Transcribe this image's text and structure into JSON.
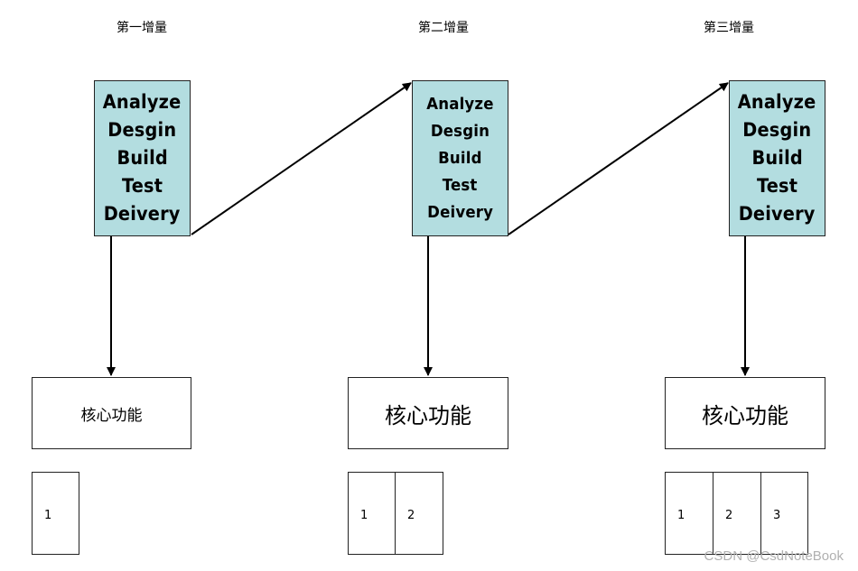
{
  "increments": [
    {
      "title": "第一增量",
      "phases": [
        "Analyze",
        "Desgin",
        "Build",
        "Test",
        "Deivery"
      ],
      "feature": "核心功能",
      "cells": [
        "1"
      ]
    },
    {
      "title": "第二增量",
      "phases": [
        "Analyze",
        "Desgin",
        "Build",
        "Test",
        "Deivery"
      ],
      "feature": "核心功能",
      "cells": [
        "1",
        "2"
      ]
    },
    {
      "title": "第三增量",
      "phases": [
        "Analyze",
        "Desgin",
        "Build",
        "Test",
        "Deivery"
      ],
      "feature": "核心功能",
      "cells": [
        "1",
        "2",
        "3"
      ]
    }
  ],
  "watermark": "CSDN @CsdNoteBook",
  "colors": {
    "phase_fill": "#b3dde0",
    "stroke": "#000000"
  }
}
